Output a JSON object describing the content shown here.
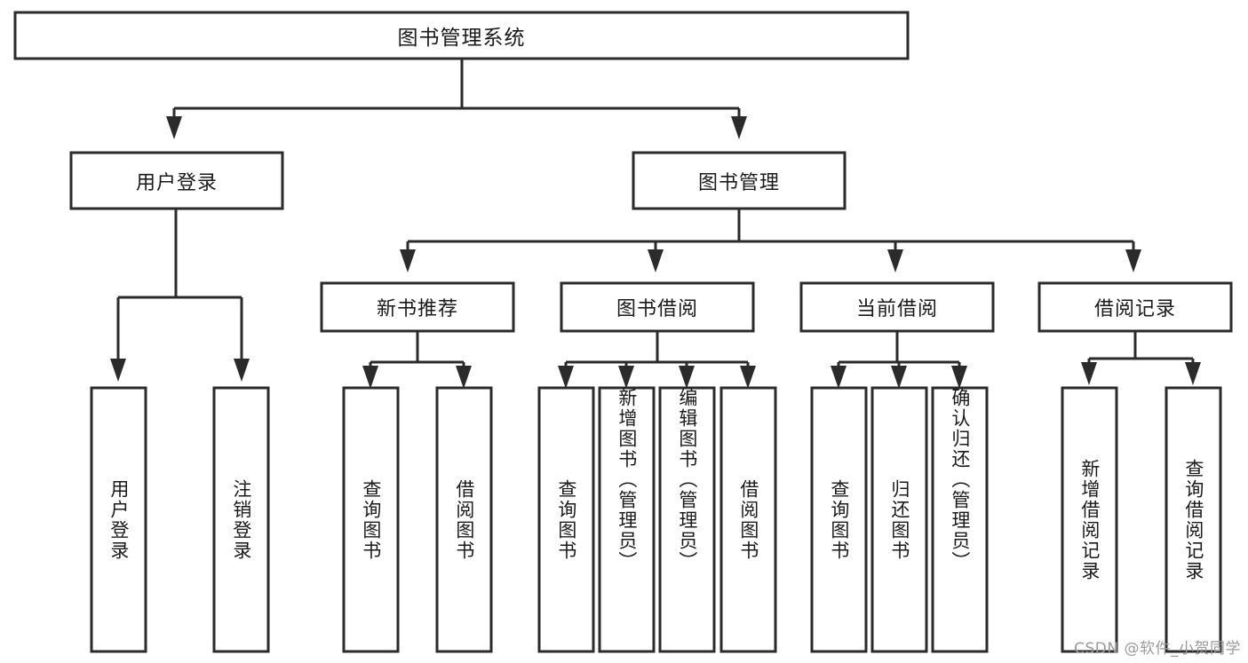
{
  "diagram": {
    "type": "tree",
    "title": "图书管理系统",
    "orientation": "top-down",
    "watermark": "CSDN @软件_小贺同学",
    "colors": {
      "stroke": "#2b2b2b",
      "fill": "#ffffff",
      "text": "#1a1a1a",
      "background": "#ffffff",
      "watermark": "#9a9a9a"
    },
    "nodes": {
      "root": {
        "label": "图书管理系统",
        "level": 1,
        "orientation": "horizontal"
      },
      "l2": [
        {
          "id": "user-login",
          "label": "用户登录",
          "level": 2,
          "orientation": "horizontal"
        },
        {
          "id": "book-manage",
          "label": "图书管理",
          "level": 2,
          "orientation": "horizontal"
        }
      ],
      "l3": [
        {
          "id": "new-book-rec",
          "label": "新书推荐",
          "level": 3,
          "orientation": "horizontal",
          "parent": "book-manage"
        },
        {
          "id": "book-borrow",
          "label": "图书借阅",
          "level": 3,
          "orientation": "horizontal",
          "parent": "book-manage"
        },
        {
          "id": "current-borrow",
          "label": "当前借阅",
          "level": 3,
          "orientation": "horizontal",
          "parent": "book-manage"
        },
        {
          "id": "borrow-record",
          "label": "借阅记录",
          "level": 3,
          "orientation": "horizontal",
          "parent": "book-manage"
        }
      ],
      "leaves": [
        {
          "id": "leaf-user-login",
          "label": "用户登录",
          "parent": "user-login",
          "orientation": "vertical"
        },
        {
          "id": "leaf-user-logout",
          "label": "注销登录",
          "parent": "user-login",
          "orientation": "vertical"
        },
        {
          "id": "leaf-rec-query",
          "label": "查询图书",
          "parent": "new-book-rec",
          "orientation": "vertical"
        },
        {
          "id": "leaf-rec-borrow",
          "label": "借阅图书",
          "parent": "new-book-rec",
          "orientation": "vertical"
        },
        {
          "id": "leaf-borrow-query",
          "label": "查询图书",
          "parent": "book-borrow",
          "orientation": "vertical"
        },
        {
          "id": "leaf-borrow-add",
          "label": "新增图书（管理员）",
          "parent": "book-borrow",
          "orientation": "vertical"
        },
        {
          "id": "leaf-borrow-edit",
          "label": "编辑图书（管理员）",
          "parent": "book-borrow",
          "orientation": "vertical"
        },
        {
          "id": "leaf-borrow-lend",
          "label": "借阅图书",
          "parent": "book-borrow",
          "orientation": "vertical"
        },
        {
          "id": "leaf-cur-query",
          "label": "查询图书",
          "parent": "current-borrow",
          "orientation": "vertical"
        },
        {
          "id": "leaf-cur-return",
          "label": "归还图书",
          "parent": "current-borrow",
          "orientation": "vertical"
        },
        {
          "id": "leaf-cur-confirm",
          "label": "确认归还（管理员）",
          "parent": "current-borrow",
          "orientation": "vertical"
        },
        {
          "id": "leaf-rec-add",
          "label": "新增借阅记录",
          "parent": "borrow-record",
          "orientation": "vertical"
        },
        {
          "id": "leaf-rec-query2",
          "label": "查询借阅记录",
          "parent": "borrow-record",
          "orientation": "vertical"
        }
      ]
    }
  }
}
